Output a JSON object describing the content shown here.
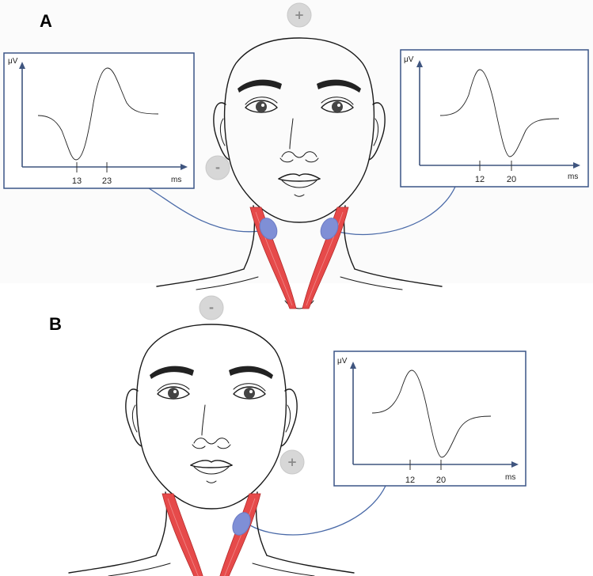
{
  "panels": [
    {
      "id": "A",
      "label": "A",
      "top_electrode_sign": "+",
      "side_electrode_sign": "-",
      "traces": [
        {
          "y_unit": "μV",
          "x_unit": "ms",
          "ticks": [
            "13",
            "23"
          ],
          "first_peak": "negative"
        },
        {
          "y_unit": "μV",
          "x_unit": "ms",
          "ticks": [
            "12",
            "20"
          ],
          "first_peak": "positive"
        }
      ]
    },
    {
      "id": "B",
      "label": "B",
      "top_electrode_sign": "-",
      "side_electrode_sign": "+",
      "traces": [
        {
          "y_unit": "μV",
          "x_unit": "ms",
          "ticks": [
            "12",
            "20"
          ],
          "first_peak": "positive"
        }
      ]
    }
  ],
  "colors": {
    "muscle": "#e64a4a",
    "electrode": "#7f8fd6",
    "wire": "#4a6aa8",
    "box_border": "#3b5587",
    "electrode_marker": "#d7d7d7"
  }
}
